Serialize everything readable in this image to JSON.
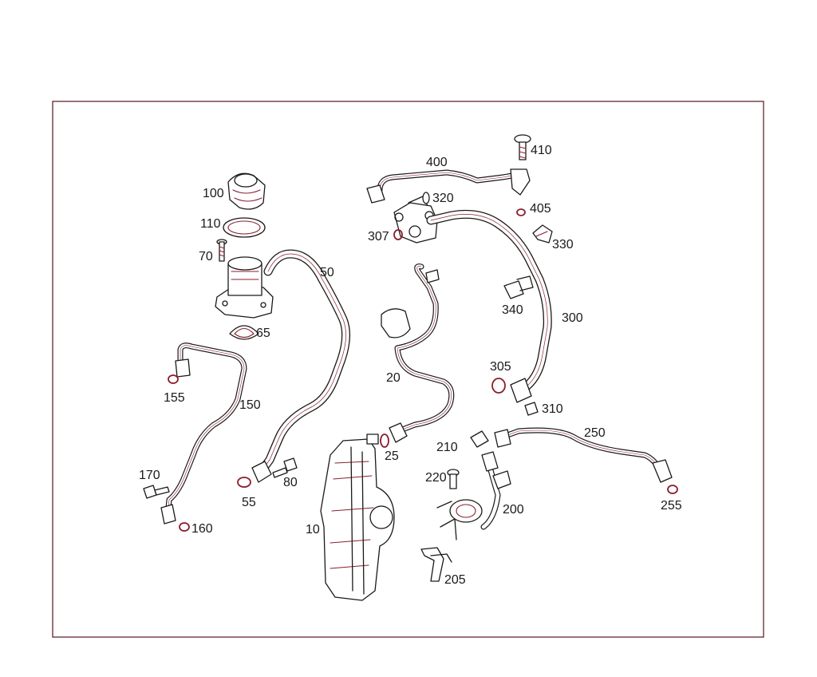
{
  "diagram": {
    "labels": {
      "l10": "10",
      "l20": "20",
      "l25": "25",
      "l50": "50",
      "l55": "55",
      "l65": "65",
      "l70": "70",
      "l80": "80",
      "l100": "100",
      "l110": "110",
      "l150": "150",
      "l155": "155",
      "l160": "160",
      "l170": "170",
      "l200": "200",
      "l205": "205",
      "l210": "210",
      "l220": "220",
      "l250": "250",
      "l255": "255",
      "l300": "300",
      "l305": "305",
      "l307": "307",
      "l310": "310",
      "l320": "320",
      "l330": "330",
      "l340": "340",
      "l400": "400",
      "l405": "405",
      "l410": "410"
    },
    "colors": {
      "frame": "#5a1020",
      "line": "#1a1a1a",
      "accent": "#8a1f2e"
    }
  }
}
